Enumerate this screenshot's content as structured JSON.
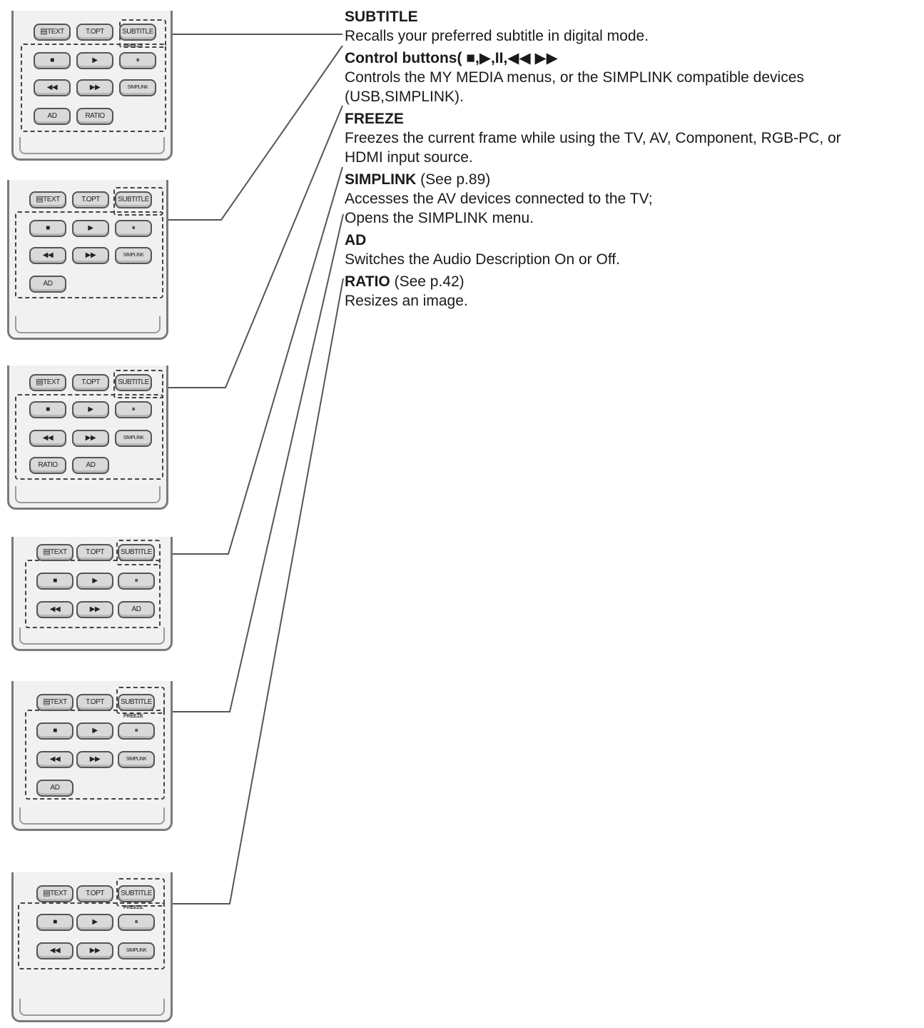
{
  "remote_labels": {
    "text": "TEXT",
    "topt": "T.OPT",
    "subtitle": "SUBTITLE",
    "freeze": "FREEZE",
    "stop": "■",
    "play": "▶",
    "pause": "⏸",
    "rew": "◀◀",
    "ff": "▶▶",
    "simplink": "SIMPLINK",
    "ad": "AD",
    "ratio": "RATIO"
  },
  "entries": [
    {
      "title": "SUBTITLE",
      "ref": "",
      "lines": [
        "Recalls your preferred subtitle in digital mode."
      ]
    },
    {
      "title": "Control buttons(",
      "symbols": "■,▶,II,◀◀ ▶▶",
      "ref": "",
      "lines": [
        "Controls the MY MEDIA menus, or the SIMPLINK compatible devices",
        "(USB,SIMPLINK)."
      ]
    },
    {
      "title": "FREEZE",
      "ref": "",
      "lines": [
        "Freezes the current frame while using the TV, AV, Component, RGB-PC, or",
        "HDMI input source."
      ]
    },
    {
      "title": "SIMPLINK",
      "ref": " (See p.89)",
      "lines": [
        "Accesses the AV devices connected to the TV;",
        "Opens the SIMPLINK menu."
      ]
    },
    {
      "title": "AD",
      "ref": "",
      "lines": [
        "Switches the Audio Description On or Off."
      ]
    },
    {
      "title": "RATIO",
      "ref": " (See p.42)",
      "lines": [
        "Resizes an image."
      ]
    }
  ]
}
